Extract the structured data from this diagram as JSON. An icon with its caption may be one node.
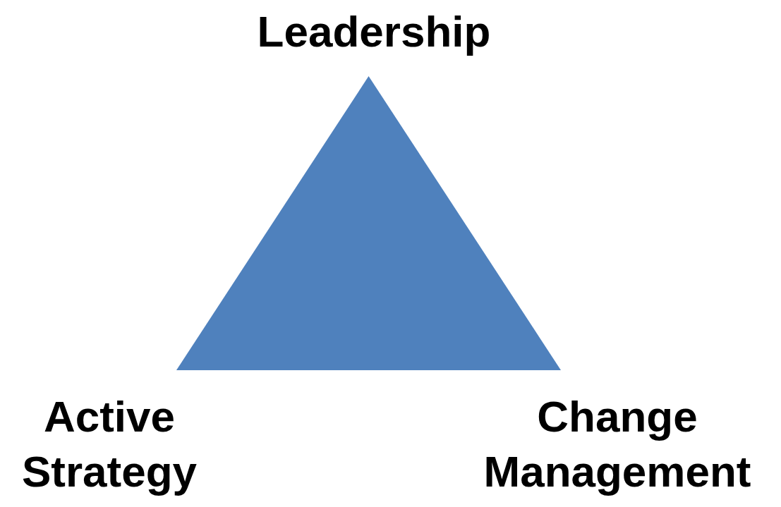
{
  "diagram": {
    "nodes": [
      {
        "text": [],
        "shape": "triangle",
        "beside": [
          "Leadership",
          "Active Strategy",
          "Change Management"
        ]
      }
    ]
  }
}
